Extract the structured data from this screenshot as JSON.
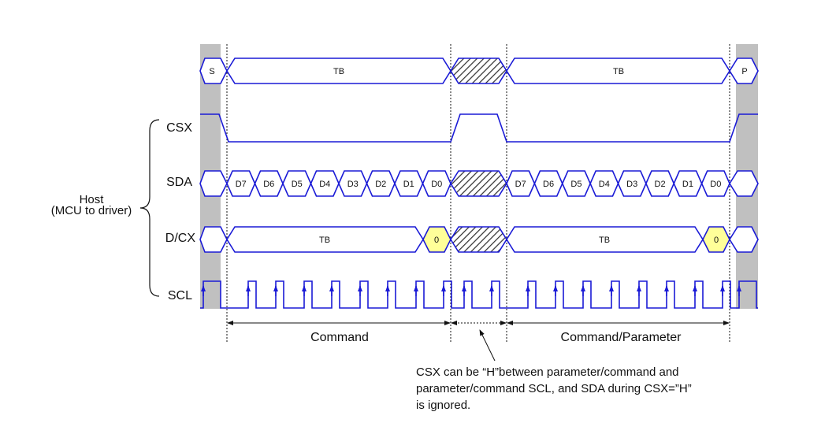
{
  "signals": {
    "csx": "CSX",
    "sda": "SDA",
    "dcx": "D/CX",
    "scl": "SCL"
  },
  "host": {
    "line1": "Host",
    "line2": "(MCU to driver)"
  },
  "conditions": {
    "start": "S",
    "stop": "P"
  },
  "tb_label": "TB",
  "sda_bits": [
    "D7",
    "D6",
    "D5",
    "D4",
    "D3",
    "D2",
    "D1",
    "D0"
  ],
  "dcx_bit": "0",
  "spans": {
    "command": "Command",
    "command_parameter": "Command/Parameter"
  },
  "note": {
    "line1": "CSX can be “H”between parameter/command and",
    "line2": "parameter/command SCL, and SDA during CSX=”H”",
    "line3": "is ignored."
  },
  "colors": {
    "wave": "#1a1ad6",
    "highlight": "#ffff99",
    "idle_band": "#c0c0c0"
  }
}
